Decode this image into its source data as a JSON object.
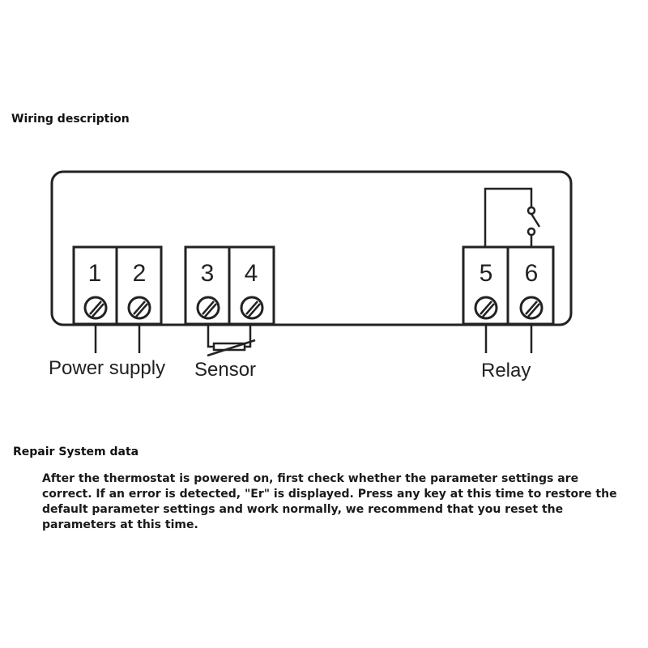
{
  "wiring": {
    "heading": "Wiring description",
    "terminals": [
      "1",
      "2",
      "3",
      "4",
      "5",
      "6"
    ],
    "labels": {
      "power": "Power supply",
      "sensor": "Sensor",
      "relay": "Relay"
    }
  },
  "repair": {
    "heading": "Repair System data",
    "text": "After the thermostat is powered on, first check whether the parameter settings are correct. If an error is detected, \"Er\" is displayed. Press any key at this time to restore the default parameter settings and work normally, we recommend that you reset the parameters at this time."
  }
}
